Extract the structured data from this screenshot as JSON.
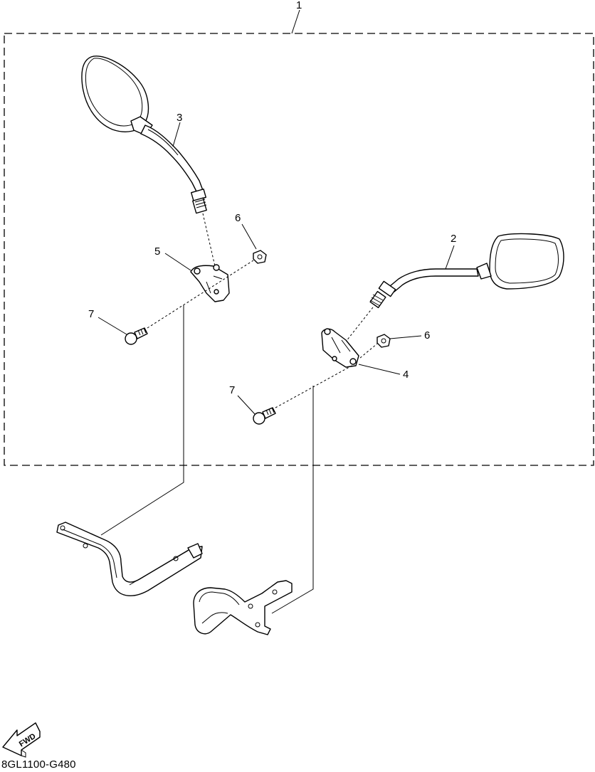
{
  "callouts": {
    "c1": "1",
    "c2": "2",
    "c3": "3",
    "c4": "4",
    "c5": "5",
    "c6a": "6",
    "c6b": "6",
    "c7a": "7",
    "c7b": "7"
  },
  "fwd_label": "FWD",
  "reference_code": "8GL1100-G480"
}
